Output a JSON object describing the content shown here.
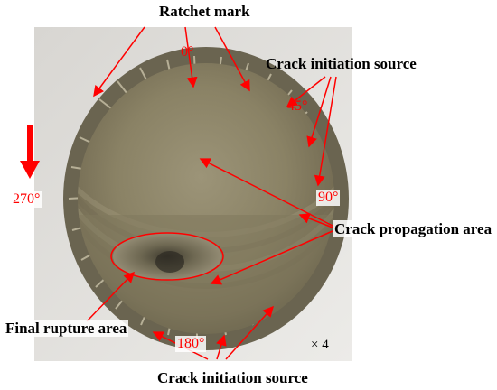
{
  "figure": {
    "labels": {
      "ratchet_mark": "Ratchet mark",
      "crack_initiation_top": "Crack initiation source",
      "crack_propagation": "Crack propagation area",
      "final_rupture": "Final rupture area",
      "crack_initiation_bottom": "Crack initiation source"
    },
    "angles": {
      "a0": "0°",
      "a45": "45°",
      "a90": "90°",
      "a180": "180°",
      "a270": "270°"
    },
    "magnification": "× 4"
  },
  "colors": {
    "annotation": "#ff0000",
    "text": "#000000",
    "background_plate": "#e8e6e2",
    "fracture_surface": "#8c8468"
  }
}
